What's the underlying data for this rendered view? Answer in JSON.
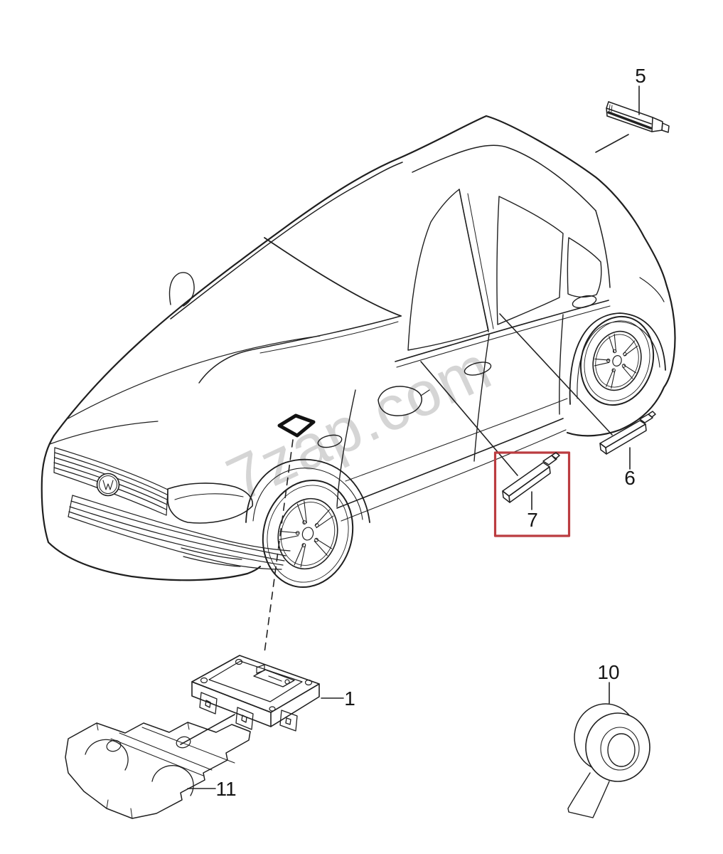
{
  "diagram": {
    "watermark": "7zap.com",
    "highlighted_part": "7",
    "colors": {
      "line": "#1f1f1f",
      "highlight": "#bb3c40",
      "watermark": "#cbcbcb",
      "background": "#ffffff"
    },
    "callouts": {
      "part1": {
        "label": "1"
      },
      "part5": {
        "label": "5"
      },
      "part6": {
        "label": "6"
      },
      "part7": {
        "label": "7"
      },
      "part10": {
        "label": "10"
      },
      "part11": {
        "label": "11"
      }
    }
  }
}
